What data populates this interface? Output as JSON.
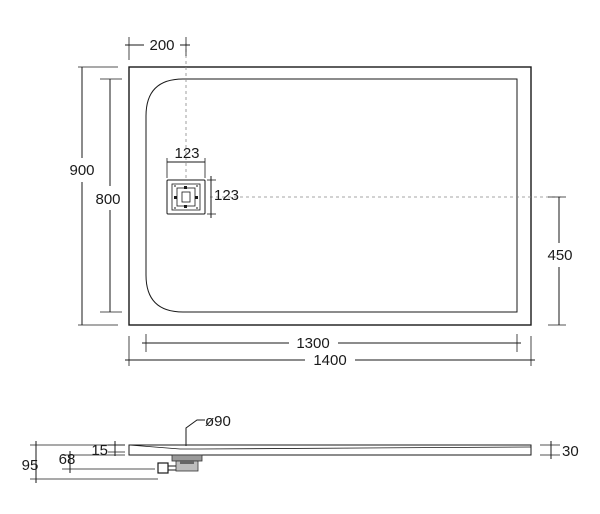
{
  "dimensions": {
    "offset_top": "200",
    "overall_height": "900",
    "inner_height": "800",
    "drain_width": "123",
    "drain_height": "123",
    "drain_offset": "450",
    "inner_width": "1300",
    "overall_width": "1400",
    "waste_diameter": "ø90",
    "lip_height": "15",
    "total_height": "95",
    "trap_height": "68",
    "tray_thickness": "30"
  }
}
